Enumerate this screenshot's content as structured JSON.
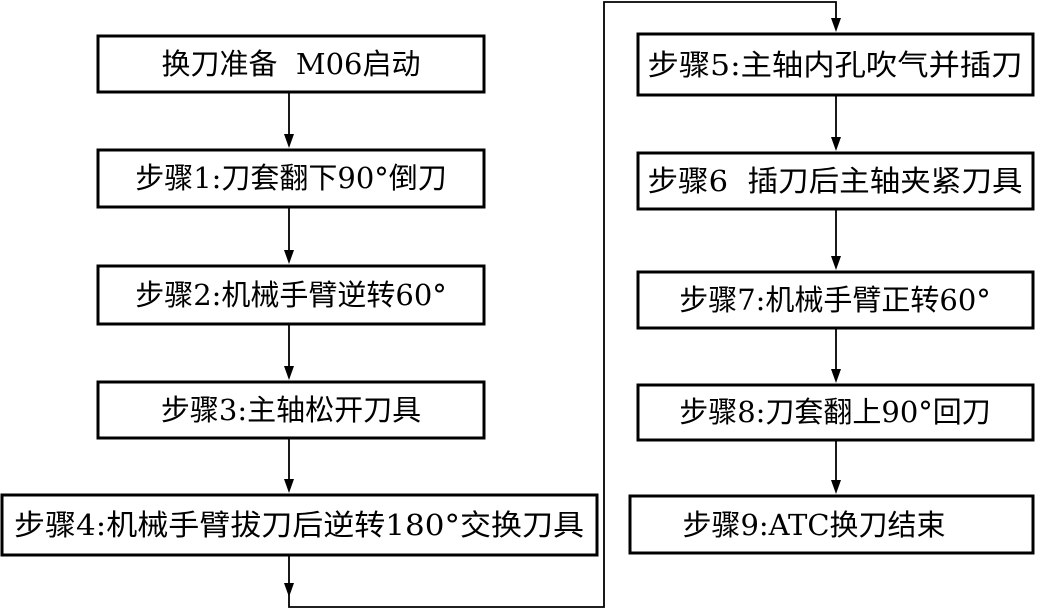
{
  "flowchart": {
    "steps": [
      "换刀准备  M06启动",
      "步骤1:刀套翻下90°倒刀",
      "步骤2:机械手臂逆转60°",
      "步骤3:主轴松开刀具",
      "步骤4:机械手臂拔刀后逆转180°交换刀具",
      "步骤5:主轴内孔吹气并插刀",
      "步骤6  插刀后主轴夹紧刀具",
      "步骤7:机械手臂正转60°",
      "步骤8:刀套翻上90°回刀",
      "步骤9:ATC换刀结束"
    ]
  },
  "colors": {
    "stroke": "#000000",
    "background": "#ffffff"
  }
}
